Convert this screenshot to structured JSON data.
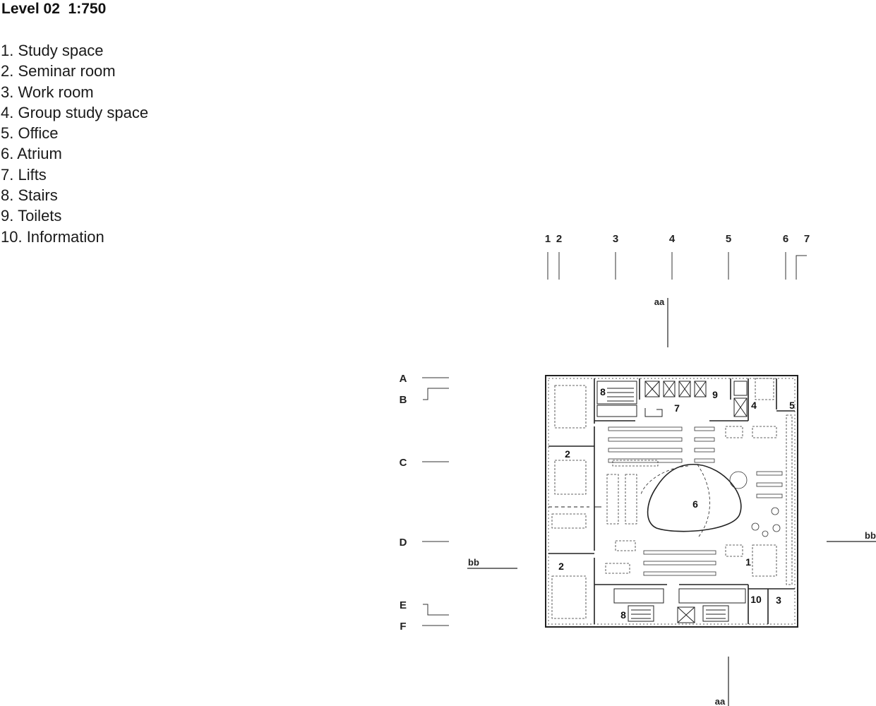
{
  "title": "Level 02  1:750",
  "legend": [
    "1. Study space",
    "2. Seminar room",
    "3. Work room",
    "4. Group study space",
    "5. Office",
    "6. Atrium",
    "7. Lifts",
    "8. Stairs",
    "9. Toilets",
    "10. Information"
  ],
  "grid_columns": [
    "1",
    "2",
    "3",
    "4",
    "5",
    "6",
    "7"
  ],
  "grid_rows": [
    "A",
    "B",
    "C",
    "D",
    "E",
    "F"
  ],
  "sections": {
    "aa": "aa",
    "bb": "bb"
  },
  "room_labels": {
    "stairs_top": "8",
    "lifts": "7",
    "toilets": "9",
    "group_study": "4",
    "office": "5",
    "seminar_upper": "2",
    "atrium": "6",
    "seminar_lower": "2",
    "study_space": "1",
    "information": "10",
    "work_room": "3",
    "stairs_bottom": "8"
  }
}
